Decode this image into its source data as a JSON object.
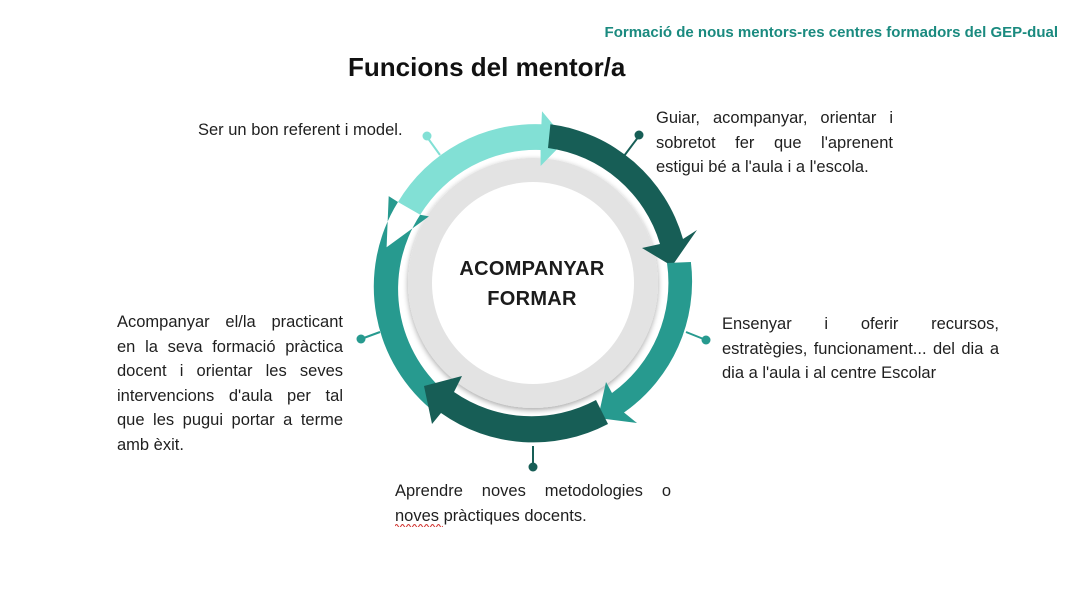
{
  "header": {
    "text": "Formació de nous mentors-res centres formadors del GEP-dual"
  },
  "title": "Funcions del mentor/a",
  "center": {
    "line1": "ACOMPANYAR",
    "line2": "FORMAR"
  },
  "functions": [
    {
      "text": "Ser un bon referent i model."
    },
    {
      "text": "Guiar, acompanyar, orientar i sobretot fer que l'aprenent estigui bé a l'aula i a l'escola."
    },
    {
      "text": "Ensenyar i oferir recursos, estratègies, funcionament... del dia a dia a l'aula i al centre Escolar"
    },
    {
      "text": "Aprendre noves metodologies o noves pràctiques docents."
    },
    {
      "text": "Acompanyar el/la practicant en la seva formació pràctica docent i orientar les seves intervencions d'aula per tal que les pugui portar a terme amb èxit."
    }
  ],
  "colors": {
    "light_teal": "#82e0d5",
    "dark_teal": "#175e56",
    "mid_teal": "#279a8f",
    "ring_gray": "#e3e3e3",
    "header_teal": "#1a8a7f"
  }
}
